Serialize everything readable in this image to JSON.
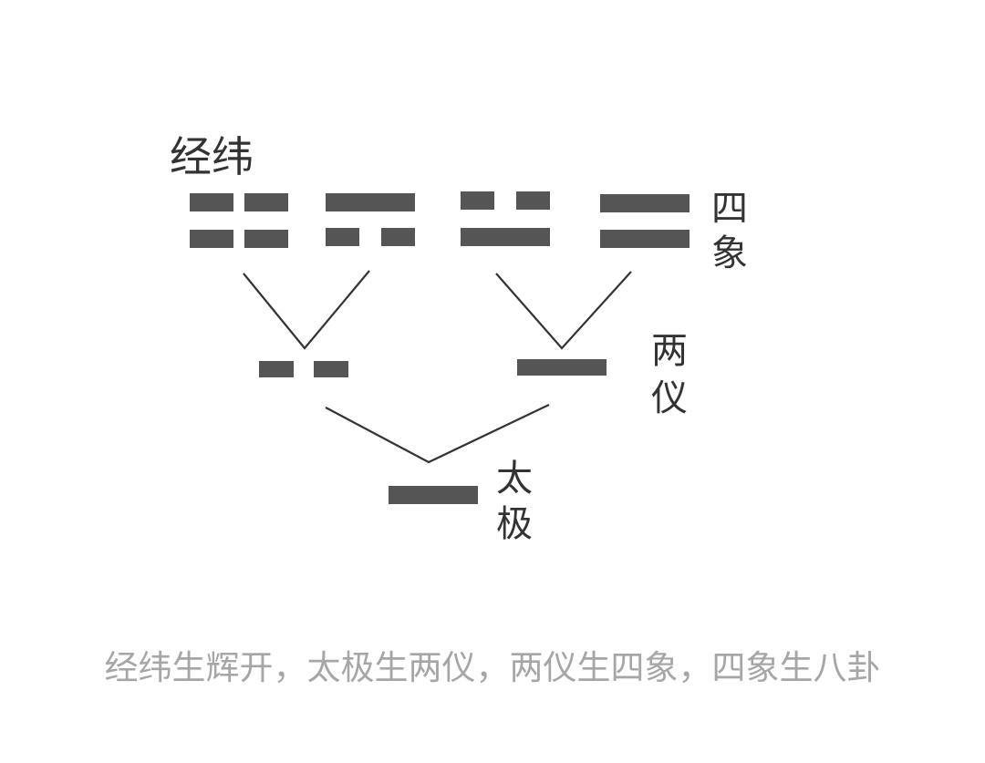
{
  "title": "经纬",
  "labels": {
    "sixiang": [
      "四",
      "象"
    ],
    "liangyi": [
      "两",
      "仪"
    ],
    "taiji": [
      "太",
      "极"
    ]
  },
  "caption": "经纬生辉开，太极生两仪，两仪生四象，四象生八卦",
  "colors": {
    "bar": "#555555",
    "line": "#333333",
    "text": "#333333",
    "caption": "#a6a6a6"
  }
}
